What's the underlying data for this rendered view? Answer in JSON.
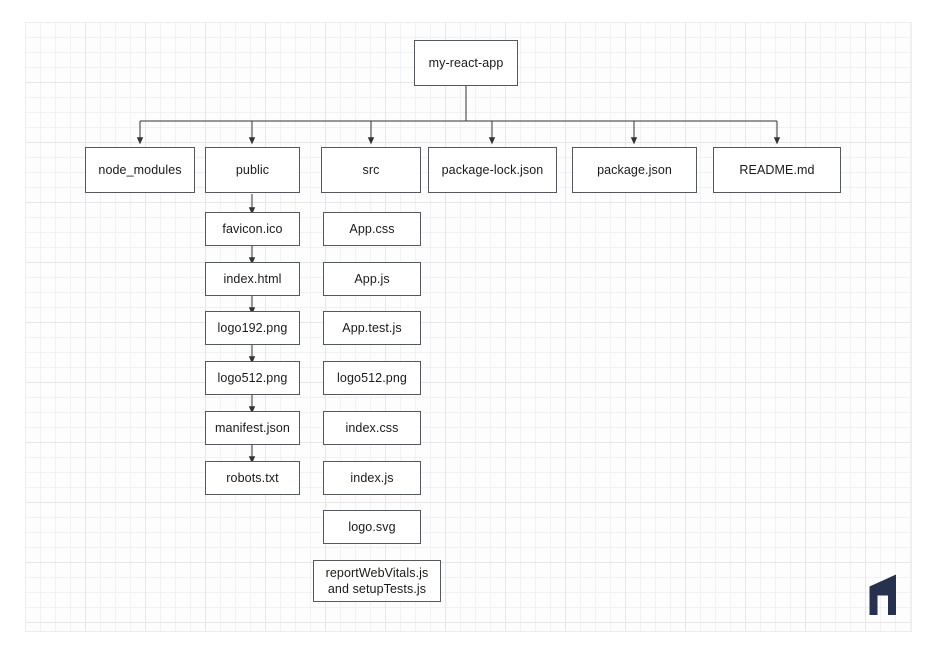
{
  "diagram": {
    "type": "tree",
    "title": "my-react-app folder structure",
    "colors": {
      "canvas_background": "#fdfdfd",
      "grid_minor": "#f2f2f4",
      "grid_major": "#e7e7ea",
      "node_border": "#56585f",
      "node_fill": "#ffffff",
      "edge": "#333333",
      "text": "#1a1a1a",
      "logo": "#26304f"
    },
    "root": {
      "label": "my-react-app"
    },
    "level1": [
      {
        "label": "node_modules"
      },
      {
        "label": "public"
      },
      {
        "label": "src"
      },
      {
        "label": "package-lock.json"
      },
      {
        "label": "package.json"
      },
      {
        "label": "README.md"
      }
    ],
    "public_children": [
      {
        "label": "favicon.ico"
      },
      {
        "label": "index.html"
      },
      {
        "label": "logo192.png"
      },
      {
        "label": "logo512.png"
      },
      {
        "label": "manifest.json"
      },
      {
        "label": "robots.txt"
      }
    ],
    "src_children": [
      {
        "label": "App.css"
      },
      {
        "label": "App.js"
      },
      {
        "label": "App.test.js"
      },
      {
        "label": "logo512.png"
      },
      {
        "label": "index.css"
      },
      {
        "label": "index.js"
      },
      {
        "label": "logo.svg"
      },
      {
        "label": "reportWebVitals.js\nand setupTests.js"
      }
    ],
    "logo": {
      "name": "miro-arch-logo"
    }
  }
}
